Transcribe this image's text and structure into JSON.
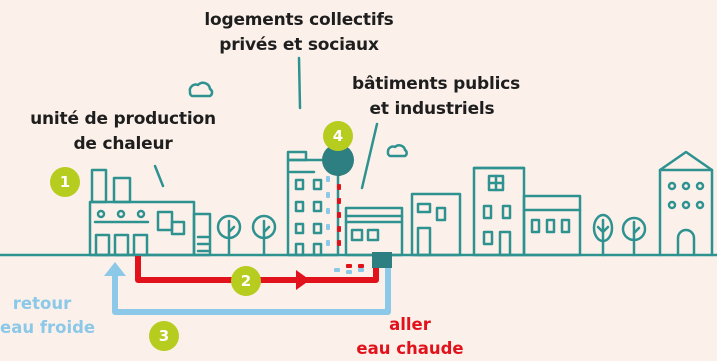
{
  "labels": {
    "collectifs": [
      "logements collectifs",
      "privés et sociaux"
    ],
    "publics": [
      "bâtiments publics",
      "et industriels"
    ],
    "production": [
      "unité de production",
      "de chaleur"
    ],
    "retour": [
      "retour",
      "eau froide"
    ],
    "aller": [
      "aller",
      "eau chaude"
    ]
  },
  "badges": [
    "1",
    "2",
    "3",
    "4"
  ],
  "colors": {
    "background": "#fcf1ea",
    "outline": "#2e9290",
    "hot": "#e2121d",
    "cold": "#8cc8e8",
    "badge": "#b6cc1e",
    "substation": "#2e7f82"
  }
}
